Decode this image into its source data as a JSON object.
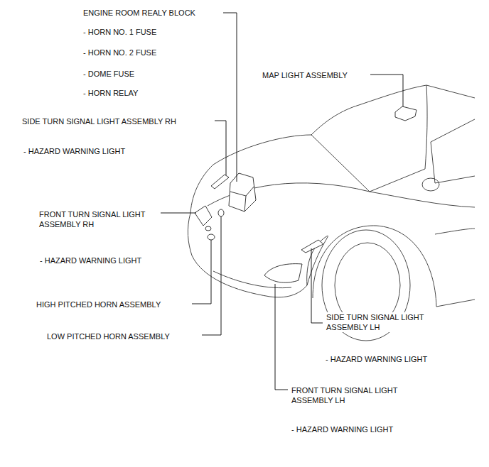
{
  "diagram": {
    "labels": [
      "ENGINE ROOM REALY BLOCK",
      "- HORN NO. 1 FUSE",
      "- HORN NO. 2 FUSE",
      "- DOME FUSE",
      "- HORN RELAY",
      "MAP LIGHT ASSEMBLY",
      "SIDE TURN SIGNAL LIGHT ASSEMBLY RH",
      "- HAZARD WARNING LIGHT",
      "FRONT TURN SIGNAL LIGHT ASSEMBLY RH",
      "- HAZARD WARNING LIGHT",
      "HIGH PITCHED HORN ASSEMBLY",
      "SIDE TURN SIGNAL LIGHT ASSEMBLY LH",
      "- HAZARD WARNING LIGHT",
      "LOW PITCHED HORN ASSEMBLY",
      "FRONT TURN SIGNAL LIGHT ASSEMBLY LH",
      "- HAZARD WARNING LIGHT"
    ]
  }
}
